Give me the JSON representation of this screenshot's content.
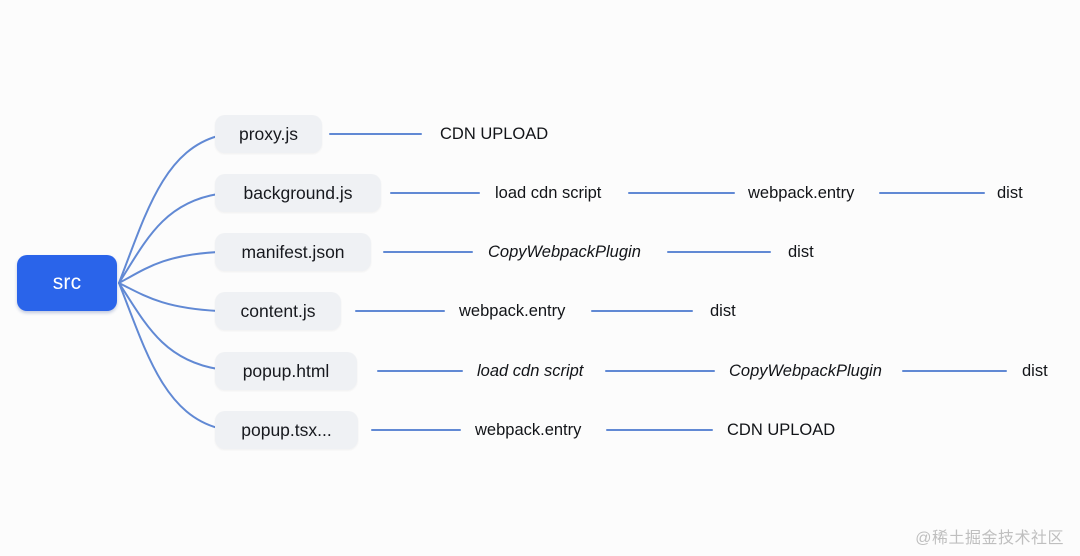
{
  "root": {
    "label": "src"
  },
  "rows": [
    {
      "file": "proxy.js",
      "steps": [
        {
          "label": "CDN UPLOAD",
          "italic": false
        }
      ]
    },
    {
      "file": "background.js",
      "steps": [
        {
          "label": "load cdn script",
          "italic": false
        },
        {
          "label": "webpack.entry",
          "italic": false
        },
        {
          "label": "dist",
          "italic": false
        }
      ]
    },
    {
      "file": "manifest.json",
      "steps": [
        {
          "label": "CopyWebpackPlugin",
          "italic": true
        },
        {
          "label": "dist",
          "italic": false
        }
      ]
    },
    {
      "file": "content.js",
      "steps": [
        {
          "label": "webpack.entry",
          "italic": false
        },
        {
          "label": "dist",
          "italic": false
        }
      ]
    },
    {
      "file": "popup.html",
      "steps": [
        {
          "label": "load cdn script",
          "italic": true
        },
        {
          "label": "CopyWebpackPlugin",
          "italic": true
        },
        {
          "label": "dist",
          "italic": false
        }
      ]
    },
    {
      "file": "popup.tsx...",
      "steps": [
        {
          "label": "webpack.entry",
          "italic": false
        },
        {
          "label": "CDN UPLOAD",
          "italic": false
        }
      ]
    }
  ],
  "watermark": "@稀土掘金技术社区",
  "colors": {
    "accent_blue": "#2A64EA",
    "edge_blue": "#6189D4",
    "node_gray": "#EFF1F4",
    "text_dark": "#17191E",
    "watermark_gray": "#BFBFBF"
  }
}
